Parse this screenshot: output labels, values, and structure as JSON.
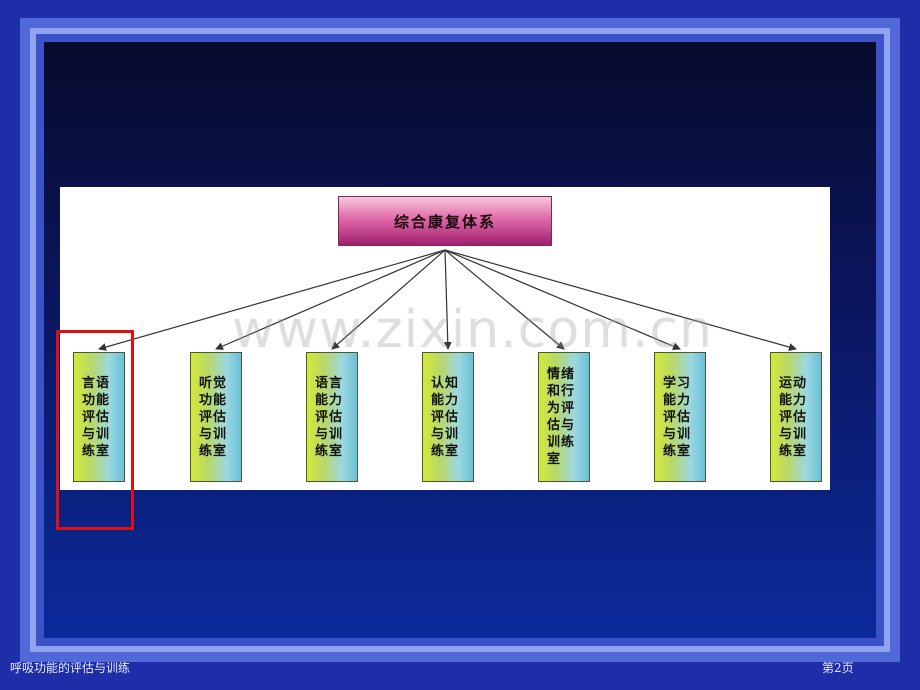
{
  "root": {
    "label": "综合康复体系"
  },
  "rooms": [
    {
      "label": "言语功能评估与训练室"
    },
    {
      "label": "听觉功能评估与训练室"
    },
    {
      "label": "语言能力评估与训练室"
    },
    {
      "label": "认知能力评估与训练室"
    },
    {
      "label": "情绪和行为评估与训练室"
    },
    {
      "label": "学习能力评估与训练室"
    },
    {
      "label": "运动能力评估与训练室"
    }
  ],
  "watermark": "www.zixin.com.cn",
  "footer": {
    "title": "呼吸功能的评估与训练",
    "page": "第2页"
  },
  "colors": {
    "highlight": "#e01010",
    "root_fill": "#e06aa8",
    "room_fill_start": "#d4e83a",
    "room_fill_end": "#6ac0d8"
  }
}
